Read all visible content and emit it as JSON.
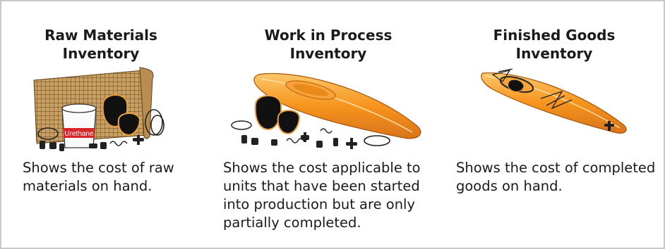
{
  "columns": [
    {
      "title": [
        "Raw Materials",
        "Inventory"
      ],
      "image_label": "Urethane",
      "description": [
        "Shows the cost of raw",
        "materials on hand."
      ]
    },
    {
      "title": [
        "Work in Process",
        "Inventory"
      ],
      "description": [
        "Shows the cost applicable to",
        "units that have been started",
        "into production but are only",
        "partially completed."
      ]
    },
    {
      "title": [
        "Finished Goods",
        "Inventory"
      ],
      "description": [
        "Shows the cost of completed",
        "goods on hand."
      ]
    }
  ],
  "colors": {
    "border": "#c9c9c9",
    "kayak_orange": "#f7941d",
    "kayak_light": "#fcc76a",
    "mesh": "#a87a3a",
    "bucket_red": "#d8262b"
  }
}
